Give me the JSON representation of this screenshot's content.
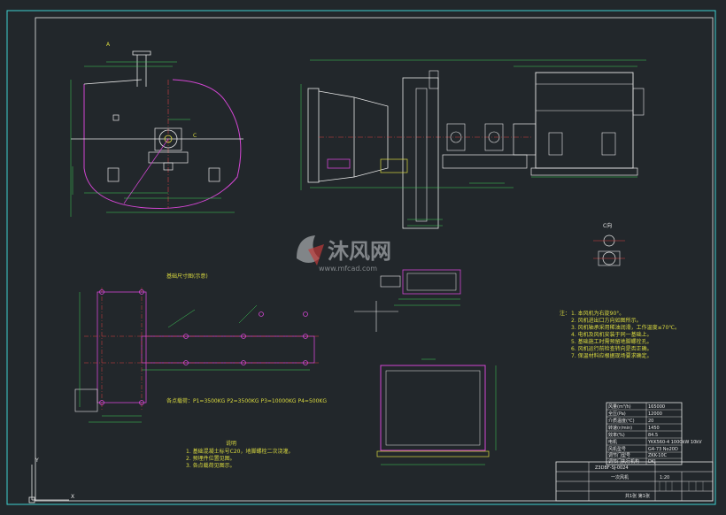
{
  "drawing": {
    "watermark": {
      "brand_cn": "沐风网",
      "url": "www.mfcad.com"
    },
    "views": {
      "front_label": "A",
      "section_label": "C",
      "detail_label": "C向"
    },
    "foundation": {
      "title": "基础尺寸图(示意)",
      "loads": "各点载荷：P1=3500KG    P2=3500KG    P3=10000KG    P4=500KG"
    },
    "notes_right": {
      "title": "注：",
      "lines": [
        "1. 本风机为右旋90°。",
        "2. 风机进出口方向如图所示。",
        "3. 风机轴承采用稀油润滑，工作温度≤70℃。",
        "4. 电机及风机安装于同一基础上。",
        "5. 基础施工时需预留地脚螺栓孔。",
        "6. 风机运行前检查转向是否正确。",
        "7. 保温材料应根据现场要求确定。"
      ]
    },
    "notes_left": {
      "title": "说明",
      "lines": [
        "1. 基础混凝土标号C20，地脚螺栓二次浇灌。",
        "2. 预埋件位置见图。",
        "3. 各点载荷见图示。"
      ]
    },
    "spec_table": {
      "rows": [
        [
          "风量(m³/h)",
          "165000"
        ],
        [
          "全压(Pa)",
          "12000"
        ],
        [
          "介质温度(℃)",
          "20"
        ],
        [
          "转速(r/min)",
          "1450"
        ],
        [
          "效率(%)",
          "84.5"
        ],
        [
          "电机",
          "YKK560-4 1000kW 10kV"
        ],
        [
          "风机型号",
          "G4-73 No20D"
        ],
        [
          "调节门型号",
          "ZKK-10C"
        ],
        [
          "调节门执行机构",
          "DKJ"
        ]
      ]
    },
    "title_block": {
      "drawing_no": "Z3DBF-SJ-0024",
      "name": "一次风机",
      "scale": "1:20",
      "sheet": "共1张 第1张"
    }
  }
}
